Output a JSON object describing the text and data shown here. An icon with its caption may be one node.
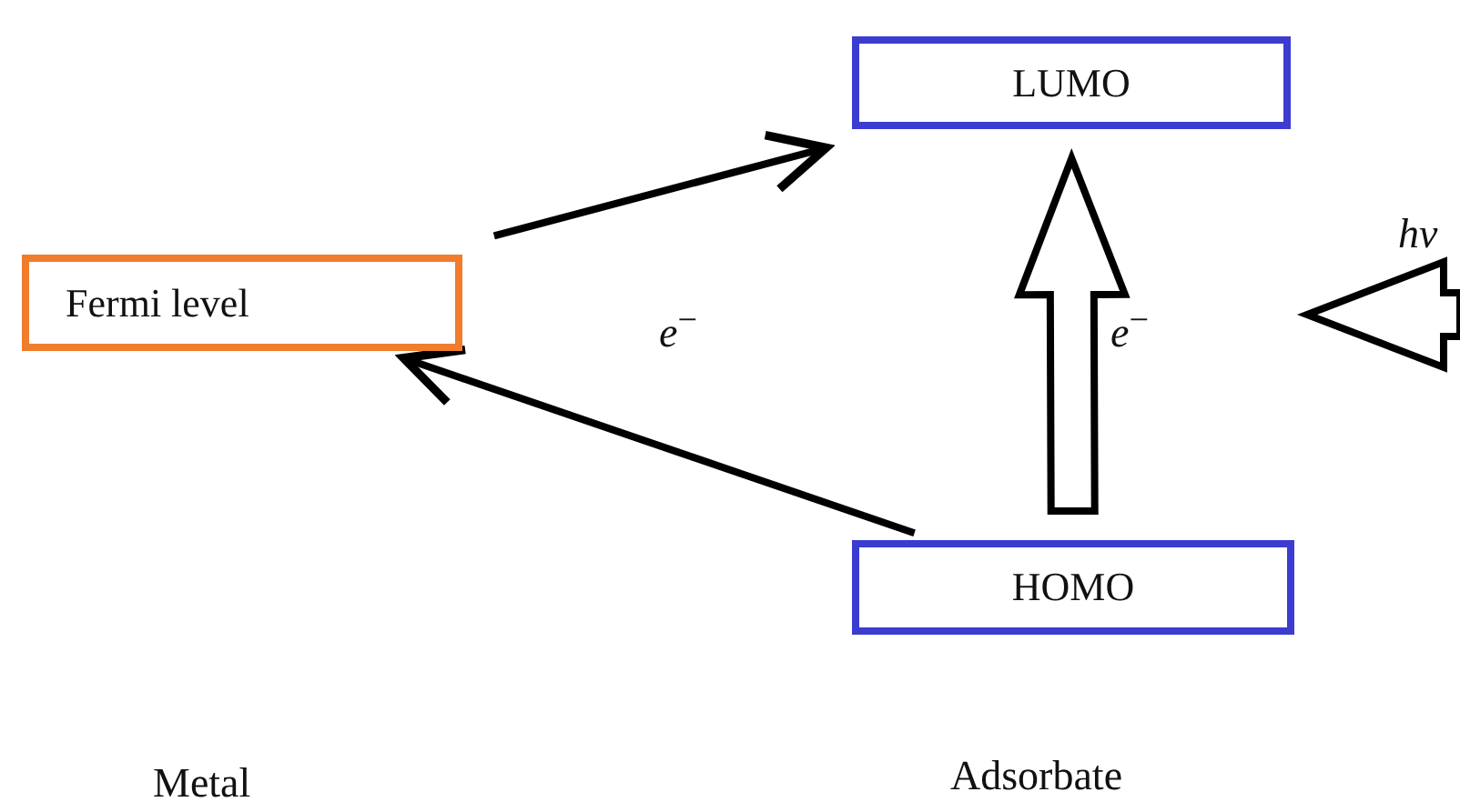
{
  "diagram": {
    "nodes": [
      {
        "text": [
          "Fermi level"
        ]
      },
      {
        "text": [
          "LUMO"
        ]
      },
      {
        "text": [
          "HOMO"
        ]
      }
    ],
    "edges": [
      {
        "from": 0,
        "to": 1,
        "arrow": "to"
      },
      {
        "from": 2,
        "to": 0,
        "arrow": "to"
      },
      {
        "from": 2,
        "to": 1,
        "arrow": "to",
        "style": "thick"
      }
    ],
    "labels": [
      "*e*$^{−}$",
      "*e*$^{−}$",
      "*hv*",
      "Metal",
      "Adsorbate"
    ]
  }
}
